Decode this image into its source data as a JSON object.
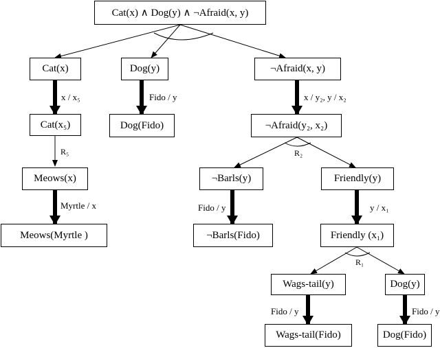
{
  "nodes": {
    "root": "Cat(x) ∧ Dog(y) ∧ ¬Afraid(x, y)",
    "cat_x": "Cat(x)",
    "dog_y": "Dog(y)",
    "not_afraid_xy": "¬Afraid(x, y)",
    "cat_x5": "Cat(x₅)",
    "dog_fido": "Dog(Fido)",
    "not_afraid_y2x2": "¬Afraid(y₂, x₂)",
    "meows_x": "Meows(x)",
    "not_barks_y": "¬Barls(y)",
    "friendly_y": "Friendly(y)",
    "meows_myrtle": "Meows(Myrtle )",
    "not_barks_fido": "¬Barls(Fido)",
    "friendly_x1": "Friendly (x₁)",
    "wags_tail_y": "Wags-tail(y)",
    "dog_y_2": "Dog(y)",
    "wags_tail_fido": "Wags-tail(Fido)",
    "dog_fido_2": "Dog(Fido)"
  },
  "labels": {
    "sub_x_x5": "x / x₅",
    "sub_fido_y_1": "Fido / y",
    "sub_x_y2_y_x2": "x / y₂, y / x₂",
    "rule_r5": "R₅",
    "rule_r2": "R₂",
    "sub_myrtle_x": "Myrtle / x",
    "sub_fido_y_2": "Fido / y",
    "sub_y_x1": "y / x₁",
    "rule_r1": "R₁",
    "sub_fido_y_3": "Fido / y",
    "sub_fido_y_4": "Fido / y"
  }
}
